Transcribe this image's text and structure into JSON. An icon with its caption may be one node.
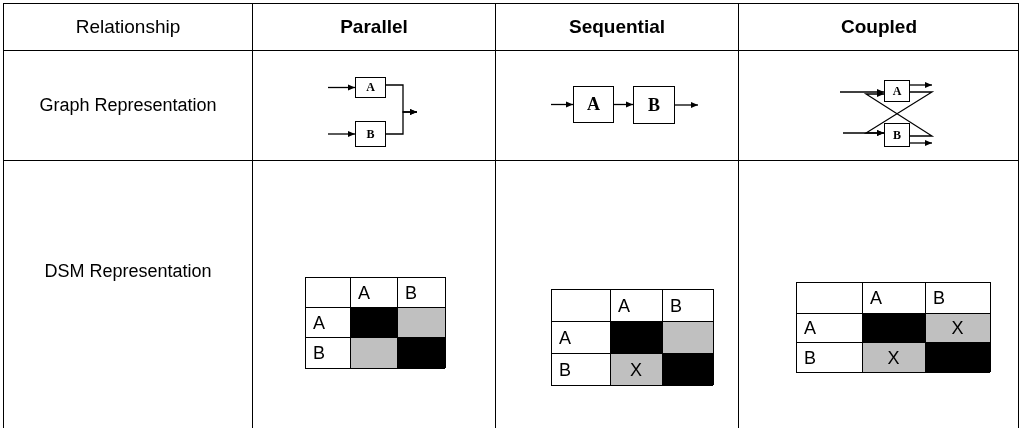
{
  "diagram": {
    "nodes": [
      {
        "text": [
          "A"
        ]
      },
      {
        "text": [
          "B"
        ]
      },
      {
        "text": [
          "A"
        ]
      },
      {
        "text": [
          "B"
        ]
      },
      {
        "text": [
          "A"
        ]
      },
      {
        "text": [
          "B"
        ]
      }
    ],
    "edges": [
      {
        "from": null,
        "to": 0,
        "arrow": "to"
      },
      {
        "from": null,
        "to": 1,
        "arrow": "to"
      },
      {
        "from": 0,
        "to": null,
        "arrow": "to"
      },
      {
        "from": 1,
        "to": null,
        "arrow": "to"
      },
      {
        "from": null,
        "to": 2,
        "arrow": "to"
      },
      {
        "from": 2,
        "to": 3,
        "arrow": "to"
      },
      {
        "from": 3,
        "to": null,
        "arrow": "to"
      },
      {
        "from": null,
        "to": 4,
        "arrow": "to"
      },
      {
        "from": null,
        "to": 5,
        "arrow": "to"
      },
      {
        "from": 4,
        "to": null,
        "arrow": "to"
      },
      {
        "from": 5,
        "to": null,
        "arrow": "to"
      },
      {
        "from": 4,
        "to": 5,
        "arrow": "to"
      },
      {
        "from": 5,
        "to": 4,
        "arrow": "to"
      }
    ],
    "labels": [
      "Relationship",
      "Parallel",
      "Sequential",
      "Coupled",
      "Graph Representation",
      "DSM Representation",
      "A",
      "B",
      "A",
      "B",
      "A",
      "B",
      "A",
      "B",
      "X",
      "A",
      "B",
      "A",
      "X",
      "B",
      "X"
    ]
  }
}
